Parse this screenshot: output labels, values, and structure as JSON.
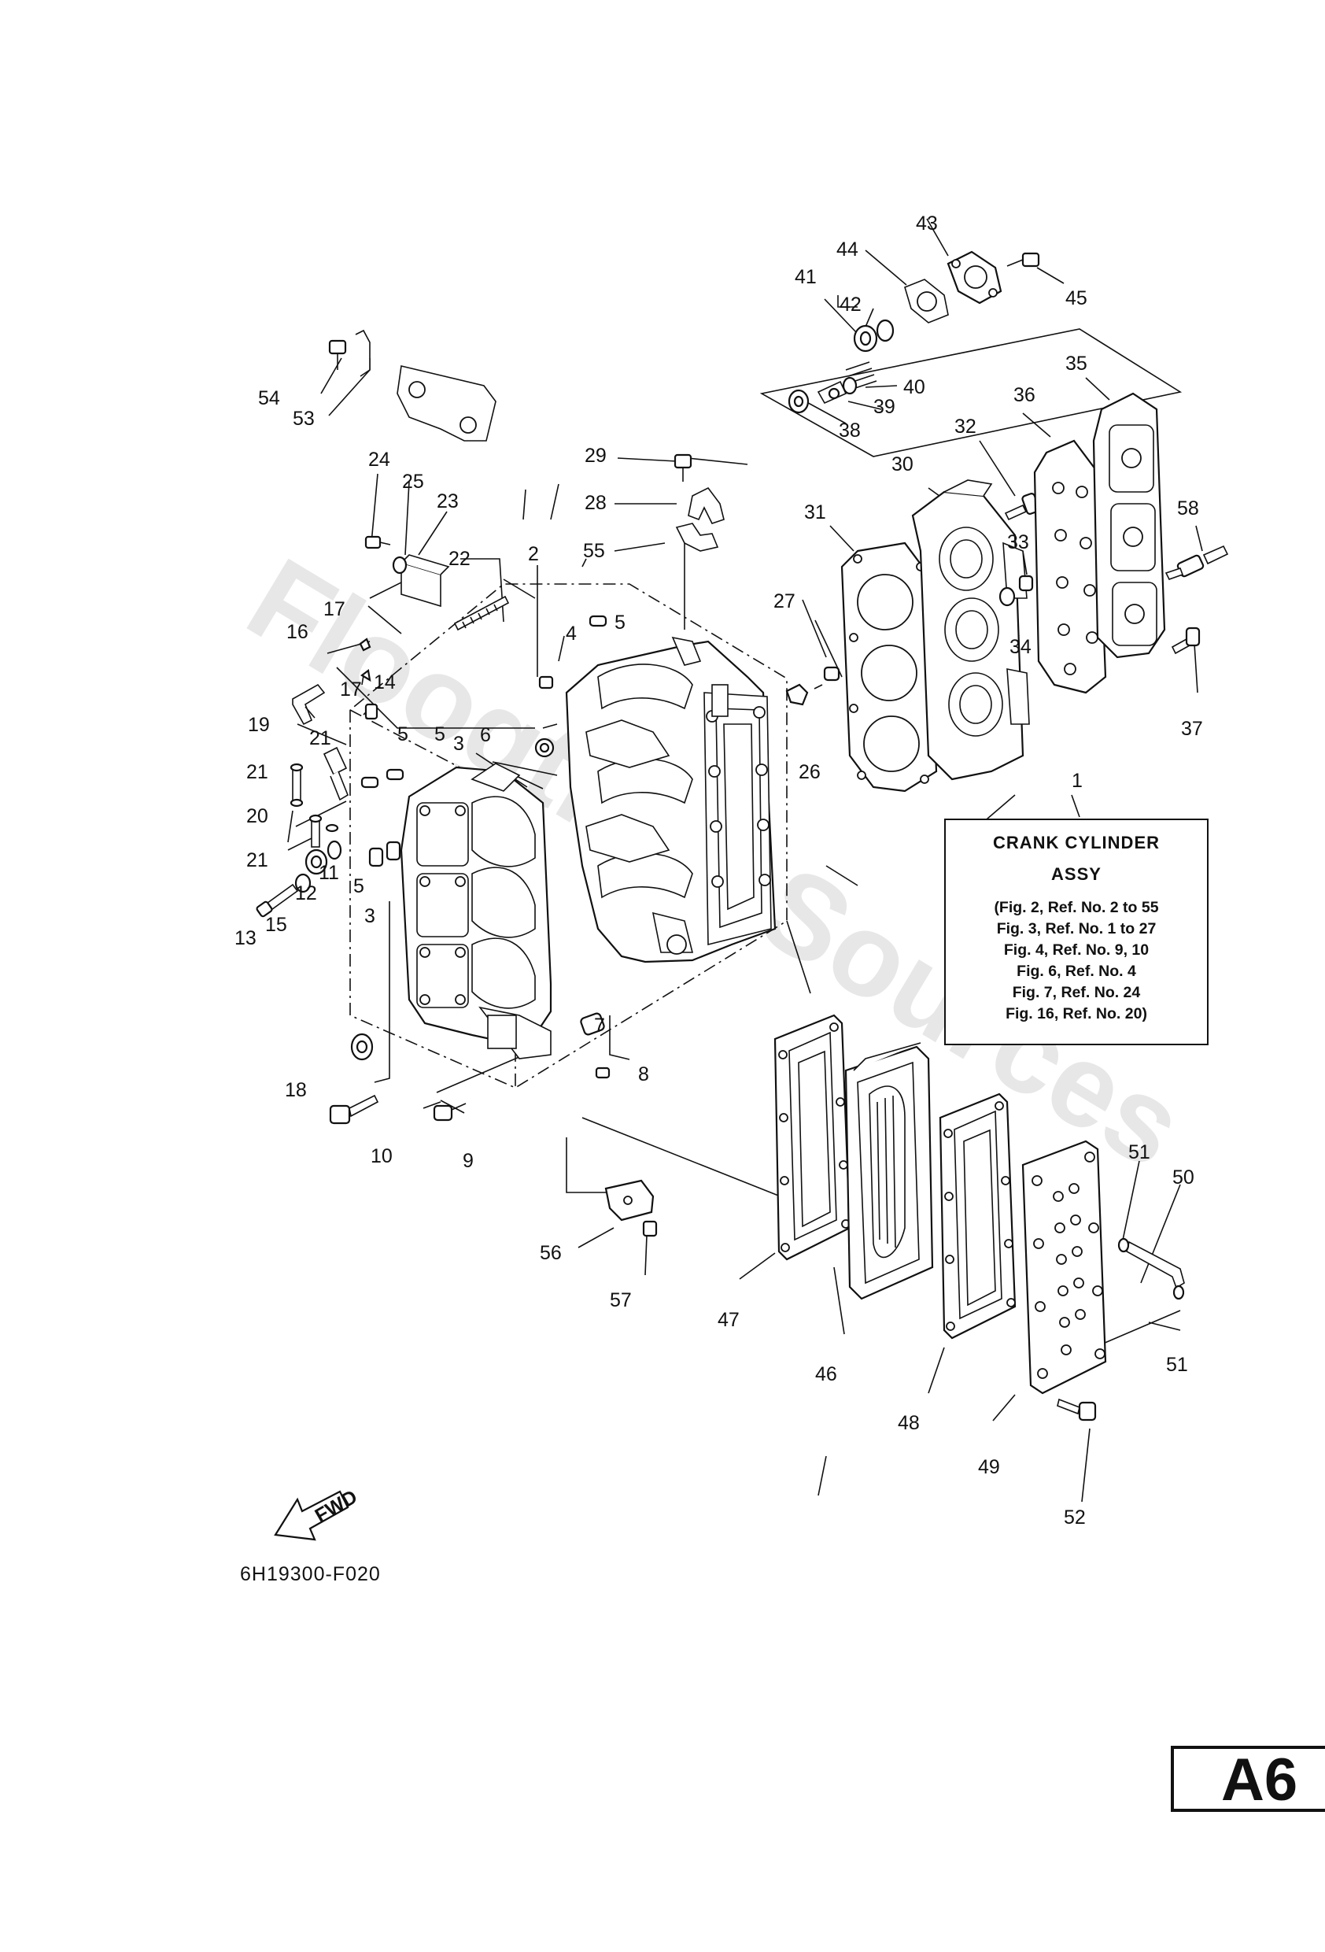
{
  "watermark": "Floogtime Sources",
  "assembly": {
    "ref_no": "1",
    "title_line1": "CRANK CYLINDER",
    "title_line2": "ASSY",
    "references": [
      "(Fig. 2, Ref. No. 2 to 55",
      "Fig. 3, Ref. No. 1 to 27",
      "Fig. 4, Ref. No. 9, 10",
      "Fig. 6, Ref. No. 4",
      "Fig. 7, Ref. No. 24",
      "Fig. 16, Ref. No. 20)"
    ]
  },
  "callouts": {
    "c2": "2",
    "c3a": "3",
    "c3b": "3",
    "c4": "4",
    "c5a": "5",
    "c5b": "5",
    "c5c": "5",
    "c5d": "5",
    "c6": "6",
    "c7": "7",
    "c8": "8",
    "c9": "9",
    "c10": "10",
    "c11": "11",
    "c12": "12",
    "c13": "13",
    "c14": "14",
    "c15": "15",
    "c16": "16",
    "c17a": "17",
    "c17b": "17",
    "c18": "18",
    "c19": "19",
    "c20": "20",
    "c21a": "21",
    "c21b": "21",
    "c21c": "21",
    "c22": "22",
    "c23": "23",
    "c24": "24",
    "c25": "25",
    "c26": "26",
    "c27": "27",
    "c28": "28",
    "c29": "29",
    "c30": "30",
    "c31": "31",
    "c32": "32",
    "c33": "33",
    "c34": "34",
    "c35": "35",
    "c36": "36",
    "c37": "37",
    "c38": "38",
    "c39": "39",
    "c40": "40",
    "c41": "41",
    "c42": "42",
    "c43": "43",
    "c44": "44",
    "c45": "45",
    "c46": "46",
    "c47": "47",
    "c48": "48",
    "c49": "49",
    "c50": "50",
    "c51a": "51",
    "c51b": "51",
    "c52": "52",
    "c53": "53",
    "c54": "54",
    "c55": "55",
    "c56": "56",
    "c57": "57",
    "c58": "58"
  },
  "fwd_marker": "FWD",
  "figure_code": "6H19300-F020",
  "page_tag": "A6"
}
